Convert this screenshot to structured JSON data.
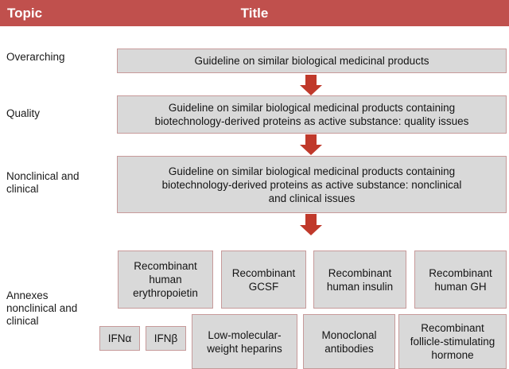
{
  "header": {
    "topic_label": "Topic",
    "title_label": "Title",
    "bar_color": "#c0504d",
    "text_color": "#ffffff"
  },
  "style": {
    "box_fill": "#d9d9d9",
    "box_border": "#c79a9a",
    "arrow_color": "#c0392b",
    "text_color": "#141414"
  },
  "rows": [
    {
      "label": "Overarching",
      "box": "Guideline on similar biological medicinal products"
    },
    {
      "label": "Quality",
      "box": "Guideline on similar biological medicinal products containing\nbiotechnology-derived proteins as active substance: quality issues"
    },
    {
      "label": "Nonclinical and\nclinical",
      "box": "Guideline on similar biological medicinal products containing\nbiotechnology-derived proteins as active substance: nonclinical\nand clinical issues"
    },
    {
      "label": "Annexes\nnonclinical and\nclinical"
    }
  ],
  "annexes": {
    "top_row": [
      "Recombinant\nhuman\nerythropoietin",
      "Recombinant\nGCSF",
      "Recombinant\nhuman insulin",
      "Recombinant\nhuman GH"
    ],
    "bottom_row": [
      "IFNα",
      "IFNβ",
      "Low-molecular-\nweight heparins",
      "Monoclonal\nantibodies",
      "Recombinant\nfollicle-stimulating\nhormone"
    ]
  },
  "arrows": {
    "count": 3,
    "direction": "down"
  }
}
